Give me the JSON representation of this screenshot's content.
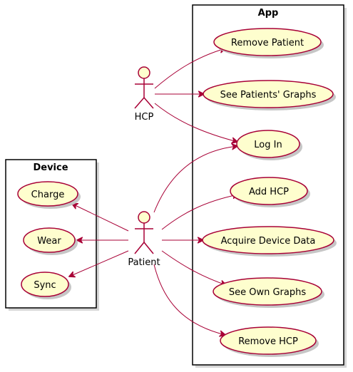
{
  "packages": {
    "app": {
      "title": "App"
    },
    "device": {
      "title": "Device"
    }
  },
  "actors": {
    "hcp": {
      "label": "HCP"
    },
    "patient": {
      "label": "Patient"
    }
  },
  "usecases": {
    "remove_patient": {
      "label": "Remove Patient"
    },
    "see_patients_graphs": {
      "label": "See Patients' Graphs"
    },
    "log_in": {
      "label": "Log In"
    },
    "add_hcp": {
      "label": "Add HCP"
    },
    "acquire_device_data": {
      "label": "Acquire Device Data"
    },
    "see_own_graphs": {
      "label": "See Own Graphs"
    },
    "remove_hcp": {
      "label": "Remove HCP"
    },
    "charge": {
      "label": "Charge"
    },
    "wear": {
      "label": "Wear"
    },
    "sync": {
      "label": "Sync"
    }
  },
  "relations": [
    {
      "from": "hcp",
      "to": "remove_patient"
    },
    {
      "from": "hcp",
      "to": "see_patients_graphs"
    },
    {
      "from": "hcp",
      "to": "log_in"
    },
    {
      "from": "patient",
      "to": "log_in"
    },
    {
      "from": "patient",
      "to": "add_hcp"
    },
    {
      "from": "patient",
      "to": "acquire_device_data"
    },
    {
      "from": "patient",
      "to": "see_own_graphs"
    },
    {
      "from": "patient",
      "to": "remove_hcp"
    },
    {
      "from": "patient",
      "to": "charge"
    },
    {
      "from": "patient",
      "to": "wear"
    },
    {
      "from": "patient",
      "to": "sync"
    }
  ],
  "colors": {
    "usecase_fill": "#fefece",
    "border": "#a80036",
    "package_border": "#000000"
  }
}
